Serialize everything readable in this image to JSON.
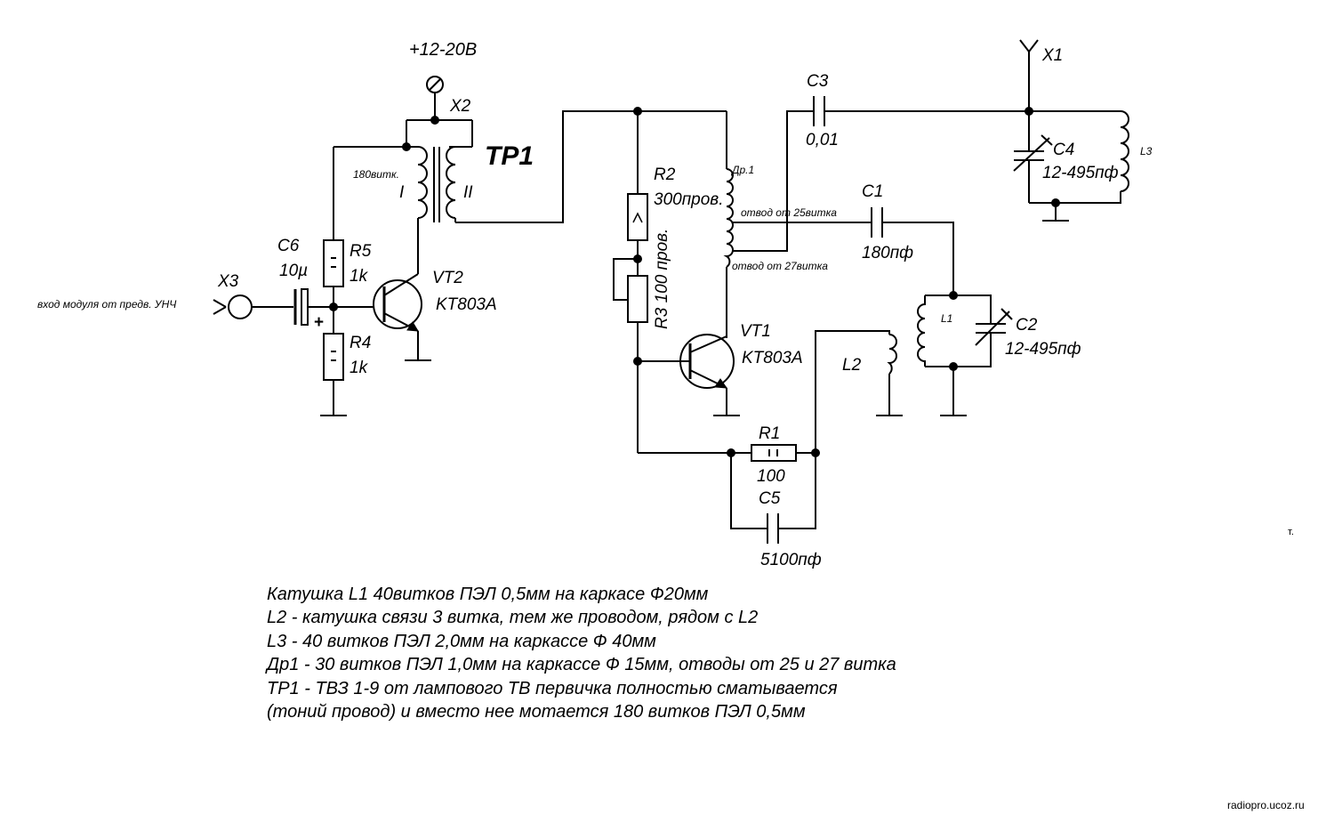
{
  "power": "+12-20В",
  "connectors": {
    "x1": "X1",
    "x2": "X2",
    "x3": "X3"
  },
  "input_label": "вход модуля от предв. УНЧ",
  "transformer": {
    "name": "TP1",
    "primary": "I",
    "secondary": "II",
    "turns": "180витк."
  },
  "c6": {
    "name": "C6",
    "value": "10µ",
    "polarity": "+"
  },
  "r5": {
    "name": "R5",
    "value": "1k"
  },
  "r4": {
    "name": "R4",
    "value": "1k"
  },
  "vt2": {
    "name": "VT2",
    "type": "KT803A"
  },
  "vt1": {
    "name": "VT1",
    "type": "KT803A"
  },
  "r2": {
    "name": "R2",
    "value": "300пров."
  },
  "r3": {
    "name": "R3 100 пров."
  },
  "choke": {
    "name": "Др.1",
    "tap1": "отвод от 25витка",
    "tap2": "отвод от 27витка"
  },
  "c3": {
    "name": "C3",
    "value": "0,01"
  },
  "c1": {
    "name": "C1",
    "value": "180пф"
  },
  "c4": {
    "name": "C4",
    "value": "12-495пф"
  },
  "l3": {
    "name": "L3"
  },
  "l1": {
    "name": "L1"
  },
  "c2": {
    "name": "C2",
    "value": "12-495пф"
  },
  "l2": {
    "name": "L2"
  },
  "r1": {
    "name": "R1",
    "value": "100"
  },
  "c5": {
    "name": "C5",
    "value": "5100пф"
  },
  "notes": [
    "Катушка L1 40витков ПЭЛ 0,5мм на каркасе Ф20мм",
    "L2 - катушка связи 3 витка, тем же проводом, рядом с L2",
    "L3 - 40 витков ПЭЛ 2,0мм на каркассе Ф 40мм",
    "Др1 - 30 витков ПЭЛ 1,0мм на каркассе Ф 15мм, отводы от 25 и 27 витка",
    "TP1 - ТВЗ 1-9 от лампового ТВ первичка полностью сматывается",
    "(тоний провод) и вместо нее мотается 180 витков ПЭЛ 0,5мм"
  ],
  "stray_mark": "т.",
  "watermark": "radiopro.ucoz.ru"
}
